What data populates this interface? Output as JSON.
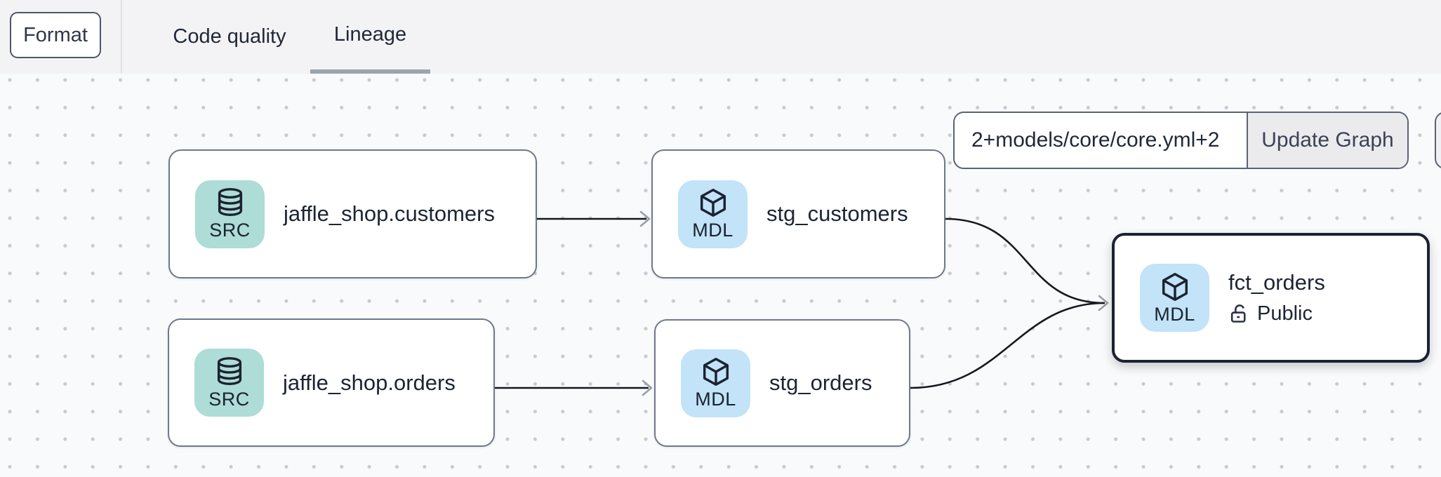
{
  "topbar": {
    "format_button": "Format",
    "tabs": [
      {
        "label": "Code quality",
        "active": false
      },
      {
        "label": "Lineage",
        "active": true
      }
    ]
  },
  "controls": {
    "selector_value": "2+models/core/core.yml+2",
    "update_button": "Update Graph"
  },
  "graph": {
    "nodes": [
      {
        "id": "jaffle_shop.customers",
        "type": "SRC",
        "icon": "database-icon",
        "label": "jaffle_shop.customers",
        "selected": false
      },
      {
        "id": "stg_customers",
        "type": "MDL",
        "icon": "cube-icon",
        "label": "stg_customers",
        "selected": false
      },
      {
        "id": "jaffle_shop.orders",
        "type": "SRC",
        "icon": "database-icon",
        "label": "jaffle_shop.orders",
        "selected": false
      },
      {
        "id": "stg_orders",
        "type": "MDL",
        "icon": "cube-icon",
        "label": "stg_orders",
        "selected": false
      },
      {
        "id": "fct_orders",
        "type": "MDL",
        "icon": "cube-icon",
        "label": "fct_orders",
        "badge": "Public",
        "badge_icon": "lock-open-icon",
        "selected": true
      }
    ],
    "edges": [
      {
        "from": "jaffle_shop.customers",
        "to": "stg_customers"
      },
      {
        "from": "jaffle_shop.orders",
        "to": "stg_orders"
      },
      {
        "from": "stg_customers",
        "to": "fct_orders"
      },
      {
        "from": "stg_orders",
        "to": "fct_orders"
      }
    ]
  },
  "colors": {
    "topbar_bg": "#f3f3f5",
    "canvas_bg": "#f9fafb",
    "dot_grid": "#c6cad0",
    "source_icon_bg": "#aedcd6",
    "model_icon_bg": "#c2e3f8",
    "node_border": "#6f7989",
    "selected_node_border": "#1b2230",
    "edge_stroke": "#14181f",
    "arrowhead": "#9aa0a8",
    "tab_underline": "#9ca3af",
    "text_dark": "#1c2434"
  }
}
